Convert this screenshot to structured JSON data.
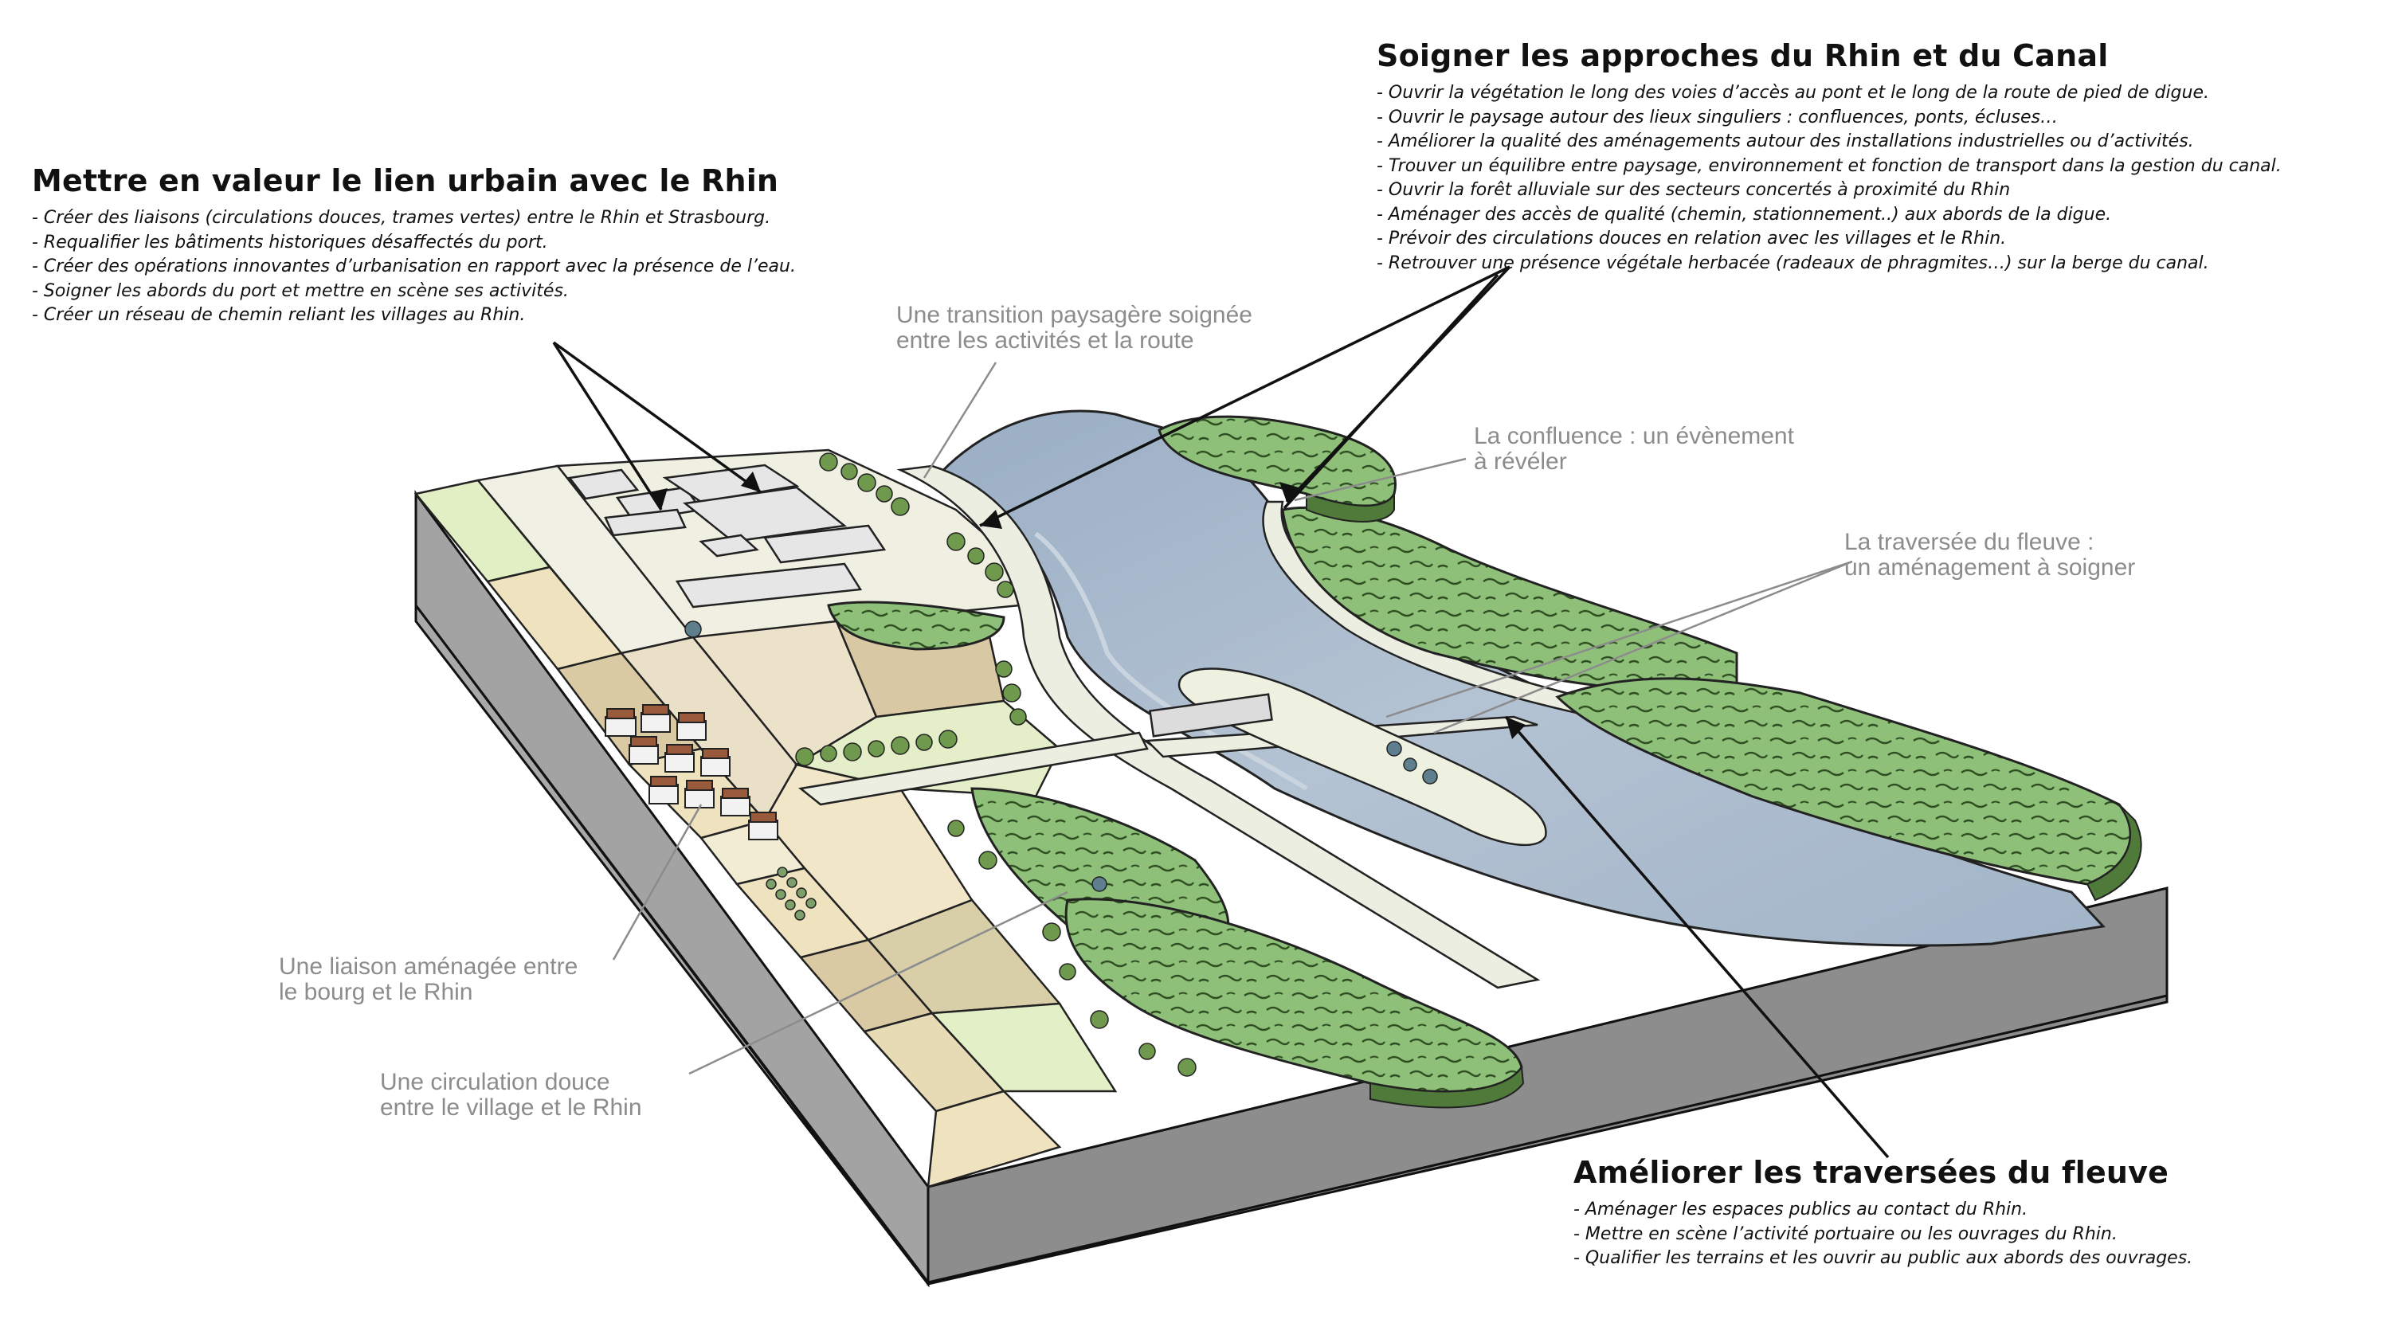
{
  "blocks": {
    "urbain": {
      "title": "Mettre en valeur le lien urbain avec le Rhin",
      "items": [
        "- Créer des liaisons (circulations douces, trames vertes) entre le Rhin et Strasbourg.",
        "- Requalifier les bâtiments historiques désaffectés du port.",
        "- Créer des opérations innovantes d’urbanisation en rapport avec la présence de l’eau.",
        "- Soigner les abords du port et mettre en scène ses activités.",
        "- Créer un réseau de chemin reliant les villages au Rhin."
      ]
    },
    "approches": {
      "title": "Soigner les approches du Rhin et du Canal",
      "items": [
        "- Ouvrir la végétation le long des voies d’accès au pont et le long de la route de pied de digue.",
        "- Ouvrir le paysage autour des lieux singuliers : confluences, ponts, écluses…",
        "- Améliorer la qualité des aménagements autour des installations industrielles ou d’activités.",
        "- Trouver un équilibre entre paysage, environnement et fonction de transport dans la gestion du canal.",
        "- Ouvrir la forêt alluviale sur des secteurs concertés à proximité du Rhin",
        "- Aménager des accès de qualité (chemin, stationnement..) aux abords de la digue.",
        "- Prévoir des circulations douces en relation avec les villages et le Rhin.",
        "- Retrouver une présence végétale herbacée (radeaux de phragmites…) sur la berge du canal."
      ]
    },
    "traversees": {
      "title": "Améliorer les traversées du fleuve",
      "items": [
        "- Aménager les espaces publics au contact du Rhin.",
        "- Mettre en scène l’activité portuaire ou les ouvrages du Rhin.",
        "- Qualifier les terrains et les ouvrir au public aux abords des ouvrages."
      ]
    }
  },
  "notes": {
    "transition": [
      "Une transition paysagère soignée",
      "entre les activités et  la route"
    ],
    "confluence": [
      "La confluence : un évènement",
      "à révéler"
    ],
    "traversee": [
      "La traversée du fleuve :",
      "un aménagement à soigner"
    ],
    "liaison": [
      "Une liaison aménagée entre",
      "le bourg et le Rhin"
    ],
    "circulation": [
      "Une circulation douce",
      "entre le village et le Rhin"
    ]
  },
  "colors": {
    "water": "#a9bacb",
    "forest": "#8fc07a",
    "forest_dark": "#4f7a3a",
    "side": "#9a9a9a",
    "field_pale": "#e2efc4",
    "field_beige": "#efe3bf",
    "field_tan": "#d9caa3",
    "note_text": "#8c8c8c"
  }
}
